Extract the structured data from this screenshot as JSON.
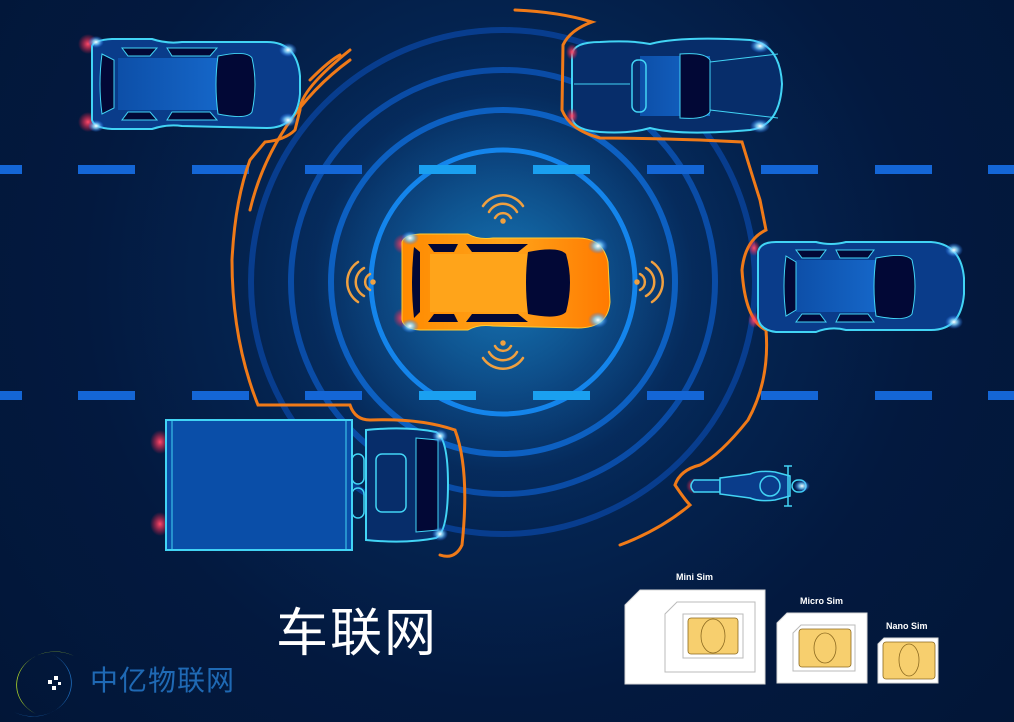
{
  "image": {
    "title": "车联网",
    "brand": {
      "name": "中亿物联网",
      "logo": "zhongyi-iot-logo"
    },
    "scene": "connected vehicle (V2X) top-down illustration",
    "vehicles": [
      {
        "type": "orange-car",
        "role": "ego vehicle",
        "position": "center"
      },
      {
        "type": "blue-outline-car",
        "position": "top-left"
      },
      {
        "type": "blue-outline-sports-car",
        "position": "top-right"
      },
      {
        "type": "blue-outline-car",
        "position": "right"
      },
      {
        "type": "blue-outline-truck",
        "position": "bottom-left"
      },
      {
        "type": "blue-outline-motorcycle",
        "position": "bottom-right"
      }
    ],
    "sim_cards": [
      {
        "label": "Mini Sim"
      },
      {
        "label": "Micro Sim"
      },
      {
        "label": "Nano Sim"
      }
    ],
    "colors": {
      "background": "#031a3e",
      "ring": "#0d5cc7",
      "lane": "#1466d6",
      "outline": "#42d4f5",
      "ego_car": "#ff9a10",
      "detection_boundary": "#f07a18",
      "title": "#ffffff",
      "brand": "#1f69b4"
    }
  }
}
